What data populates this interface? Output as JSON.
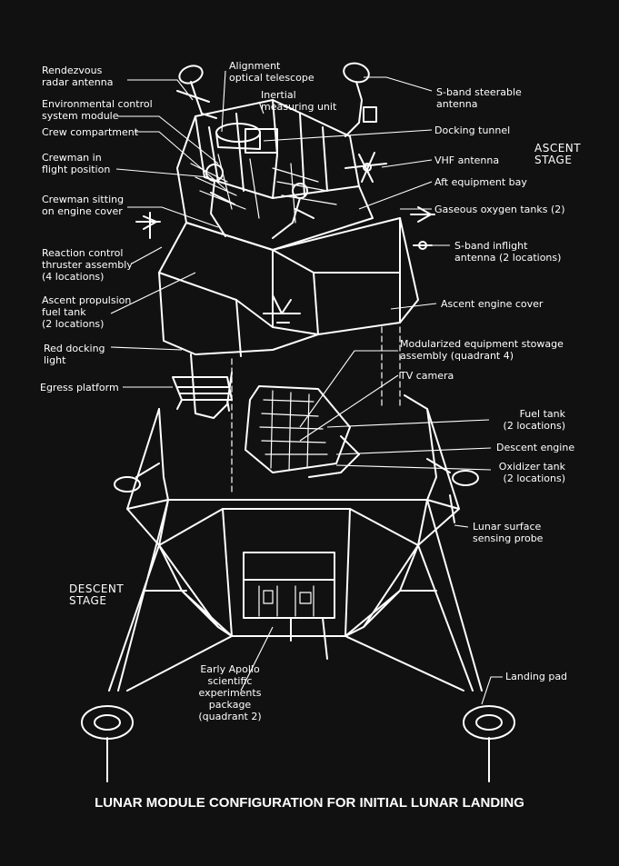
{
  "title": "LUNAR MODULE CONFIGURATION FOR INITIAL LUNAR LANDING",
  "stages": {
    "ascent": [
      "ASCENT",
      "STAGE"
    ],
    "descent": [
      "DESCENT",
      "STAGE"
    ]
  },
  "labels": {
    "rendezvous_radar": [
      "Rendezvous",
      "radar antenna"
    ],
    "alignment_telescope": [
      "Alignment",
      "optical telescope"
    ],
    "inertial_measuring": [
      "Inertial",
      "measuring unit"
    ],
    "environmental_control": [
      "Environmental control",
      "system module"
    ],
    "crew_compartment": [
      "Crew compartment"
    ],
    "crewman_flight": [
      "Crewman in",
      "flight position"
    ],
    "crewman_sitting": [
      "Crewman sitting",
      "on engine cover"
    ],
    "reaction_control": [
      "Reaction control",
      "thruster assembly",
      "(4 locations)"
    ],
    "ascent_fuel_tank": [
      "Ascent propulsion",
      "fuel tank",
      "(2 locations)"
    ],
    "red_docking_light": [
      "Red docking",
      "light"
    ],
    "egress_platform": [
      "Egress platform"
    ],
    "s_band_steerable": [
      "S-band steerable",
      "antenna"
    ],
    "docking_tunnel": [
      "Docking tunnel"
    ],
    "vhf_antenna": [
      "VHF antenna"
    ],
    "aft_equipment_bay": [
      "Aft equipment bay"
    ],
    "gaseous_oxygen": [
      "Gaseous oxygen tanks (2)"
    ],
    "s_band_inflight": [
      "S-band inflight",
      "antenna (2 locations)"
    ],
    "ascent_engine_cover": [
      "Ascent engine cover"
    ],
    "modularized_stowage": [
      "Modularized equipment stowage",
      "assembly (quadrant 4)"
    ],
    "tv_camera": [
      "TV camera"
    ],
    "fuel_tank": [
      "Fuel tank",
      "(2 locations)"
    ],
    "descent_engine": [
      "Descent engine"
    ],
    "oxidizer_tank": [
      "Oxidizer tank",
      "(2 locations)"
    ],
    "lunar_surface_probe": [
      "Lunar surface",
      "sensing probe"
    ],
    "early_apollo": [
      "Early Apollo",
      "scientific",
      "experiments",
      "package",
      "(quadrant 2)"
    ],
    "landing_pad": [
      "Landing pad"
    ]
  }
}
